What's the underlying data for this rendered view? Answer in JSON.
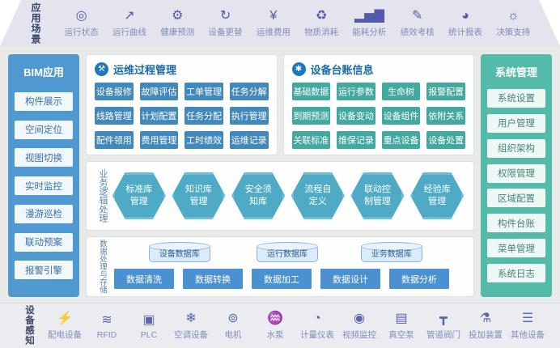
{
  "top_bar": {
    "label": "应用场景",
    "items": [
      {
        "name": "run-status",
        "glyph": "◎",
        "label": "运行状态"
      },
      {
        "name": "run-curve",
        "glyph": "↗",
        "label": "运行曲线"
      },
      {
        "name": "health-forecast",
        "glyph": "⚙",
        "label": "健康预测"
      },
      {
        "name": "equipment-replacement",
        "glyph": "↻",
        "label": "设备更替"
      },
      {
        "name": "om-cost",
        "glyph": "¥",
        "label": "运维费用"
      },
      {
        "name": "material-consumption",
        "glyph": "♻",
        "label": "物质消耗"
      },
      {
        "name": "energy-analysis",
        "glyph": "▂▅▇",
        "label": "能耗分析"
      },
      {
        "name": "performance-appraisal",
        "glyph": "✎",
        "label": "绩效考核"
      },
      {
        "name": "statistical-report",
        "glyph": "◕",
        "label": "统计报表"
      },
      {
        "name": "decision-support",
        "glyph": "☼",
        "label": "决策支持"
      }
    ]
  },
  "bim": {
    "title": "BIM应用",
    "items": [
      "构件展示",
      "空间定位",
      "视图切换",
      "实时监控",
      "漫游巡检",
      "联动预案",
      "报警引擎"
    ]
  },
  "system": {
    "title": "系统管理",
    "items": [
      "系统设置",
      "用户管理",
      "组织架构",
      "权限管理",
      "区域配置",
      "构件台账",
      "菜单管理",
      "系统日志"
    ]
  },
  "ops": {
    "title": "运维过程管理",
    "icon_glyph": "⚒",
    "buttons": [
      "设备报修",
      "故障评估",
      "工单管理",
      "任务分解",
      "线路管理",
      "计划配置",
      "任务分配",
      "执行管理",
      "配件领用",
      "费用管理",
      "工时绩效",
      "运维记录"
    ]
  },
  "ledger": {
    "title": "设备台账信息",
    "icon_glyph": "✱",
    "buttons": [
      "基础数据",
      "运行参数",
      "生命树",
      "报警配置",
      "到期预测",
      "设备变动",
      "设备组件",
      "依附关系",
      "关联标准",
      "维保记录",
      "重点设备",
      "设备处置"
    ]
  },
  "logic": {
    "label": "业务逻辑处理",
    "hexagons": [
      "标准库管理",
      "知识库管理",
      "安全须知库",
      "流程自定义",
      "联动控制管理",
      "经验库管理"
    ]
  },
  "data": {
    "label": "数据处理与存储",
    "databases": [
      "设备数据库",
      "运行数据库",
      "业务数据库"
    ],
    "buttons": [
      "数据清洗",
      "数据转换",
      "数据加工",
      "数据设计",
      "数据分析"
    ]
  },
  "bottom_bar": {
    "label": "设备感知",
    "items": [
      {
        "name": "power-distribution",
        "glyph": "⚡",
        "label": "配电设备"
      },
      {
        "name": "rfid",
        "glyph": "≋",
        "label": "RFID"
      },
      {
        "name": "plc",
        "glyph": "▣",
        "label": "PLC"
      },
      {
        "name": "air-conditioning",
        "glyph": "❄",
        "label": "空调设备"
      },
      {
        "name": "motor",
        "glyph": "⊚",
        "label": "电机"
      },
      {
        "name": "water-pump",
        "glyph": "♒",
        "label": "水泵"
      },
      {
        "name": "metering-instrument",
        "glyph": "◔",
        "label": "计量仪表"
      },
      {
        "name": "video-surveillance",
        "glyph": "◉",
        "label": "视频监控"
      },
      {
        "name": "vacuum-pump",
        "glyph": "▤",
        "label": "真空泵"
      },
      {
        "name": "pipe-valve",
        "glyph": "┳",
        "label": "管道阀门"
      },
      {
        "name": "dosing-device",
        "glyph": "⚗",
        "label": "投加装置"
      },
      {
        "name": "other-devices",
        "glyph": "☰",
        "label": "其他设备"
      }
    ]
  },
  "colors": {
    "top_bar_bg": "#e3e4ee",
    "band_bg": "#e7eae6",
    "sidebar_blue": "#4f98d0",
    "sidebar_teal": "#54baaa",
    "module_blue": "#4288bb",
    "module_teal": "#43a99e",
    "hexagon_teal": "#4faac6",
    "data_button_blue": "#4b91d2",
    "icon_indigo": "#525cab"
  }
}
